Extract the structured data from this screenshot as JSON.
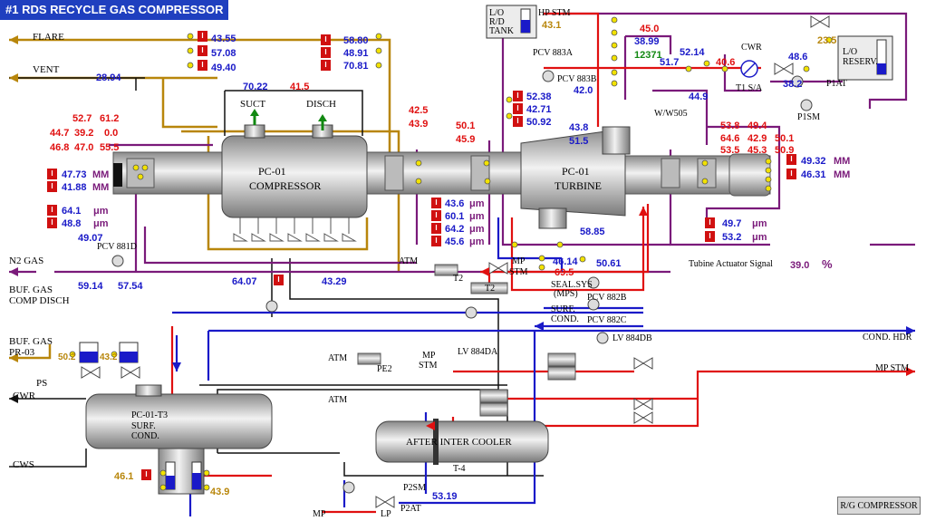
{
  "title": "#1 RDS RECYCLE GAS COMPRESSOR",
  "labels": {
    "flare": "FLARE",
    "vent": "VENT",
    "n2": "N2 GAS",
    "buf_comp1": "BUF. GAS",
    "buf_comp2": "COMP DISCH",
    "buf_pr1": "BUF. GAS",
    "buf_pr2": "PR-03",
    "ps": "PS",
    "cwr_left": "CWR",
    "cws_left": "CWS",
    "suct": "SUCT",
    "disch": "DISCH",
    "lo_tank1": "L/O",
    "lo_tank2": "R/D",
    "lo_tank3": "TANK",
    "hp_stm": "HP STM",
    "pcv883a": "PCV 883A",
    "pcv883b": "PCV 883B",
    "ww505": "W/W505",
    "cwr_top": "CWR",
    "t1sa": "T1 S/A",
    "lo_res1": "L/O",
    "lo_res2": "RESERV.",
    "p1at": "P1AT",
    "p1sm": "P1SM",
    "pcv881d": "PCV 881D",
    "atm1": "ATM",
    "t2a": "T2",
    "t2b": "T2",
    "mp_stm_a1": "MP",
    "mp_stm_a2": "STM",
    "seal1": "SEAL.SYS",
    "seal2": "(MPS)",
    "pcv882b": "PCV 882B",
    "surf1": "SURF.",
    "surf2": "COND.",
    "pcv882c": "PCV 882C",
    "lv884da": "LV 884DA",
    "lv884db": "LV 884DB",
    "cond_hdr": "COND. HDR",
    "mp_stm_r": "MP STM",
    "atm2": "ATM",
    "pe2": "PE2",
    "mp_stm_b1": "MP",
    "mp_stm_b2": "STM",
    "atm3": "ATM",
    "t4": "T-4",
    "p2sm": "P2SM",
    "p2at": "P2AT",
    "mp_bot": "MP",
    "lp_bot": "LP",
    "actuator": "Tubine Actuator Signal"
  },
  "equipment": {
    "compressor1": "PC-01",
    "compressor2": "COMPRESSOR",
    "turbine1": "PC-01",
    "turbine2": "TURBINE",
    "cond1": "PC-01-T3",
    "cond2": "SURF.",
    "cond3": "COND.",
    "cooler": "AFTER INTER COOLER"
  },
  "values": {
    "v43_55": "43.55",
    "v57_08": "57.08",
    "v49_40": "49.40",
    "v58_80": "58.80",
    "v48_91": "48.91",
    "v70_81": "70.81",
    "v28_94": "28.94",
    "v70_22": "70.22",
    "v41_5": "41.5",
    "v52_7": "52.7",
    "v61_2": "61.2",
    "v44_7": "44.7",
    "v39_2": "39.2",
    "v0_0": "0.0",
    "v46_8": "46.8",
    "v47_0": "47.0",
    "v55_5": "55.5",
    "v47_73": "47.73",
    "v41_88": "41.88",
    "mm": "MM",
    "v64_1": "64.1",
    "v48_8": "48.8",
    "um": "μm",
    "v42_5": "42.5",
    "v43_9": "43.9",
    "v50_1a": "50.1",
    "v45_9": "45.9",
    "v43_6": "43.6",
    "v60_1": "60.1",
    "v64_2": "64.2",
    "v45_6": "45.6",
    "v43_1": "43.1",
    "v45_0": "45.0",
    "v38_99": "38.99",
    "v12371": "12371",
    "v52_14": "52.14",
    "v51_7": "51.7",
    "v40_6": "40.6",
    "v23_5": "23.5",
    "v48_6": "48.6",
    "v38_2": "38.2",
    "v52_38": "52.38",
    "v42_71": "42.71",
    "v50_92": "50.92",
    "v42_0": "42.0",
    "v44_9": "44.9",
    "v43_8": "43.8",
    "v51_5": "51.5",
    "v53_8": "53.8",
    "v49_4": "49.4",
    "v64_6": "64.6",
    "v42_9": "42.9",
    "v50_1b": "50.1",
    "v53_5": "53.5",
    "v45_3": "45.3",
    "v50_9": "50.9",
    "v49_32": "49.32",
    "v46_31": "46.31",
    "v49_7": "49.7",
    "v53_2": "53.2",
    "v58_85": "58.85",
    "v46_14": "46.14",
    "v50_61": "50.61",
    "v69_5": "69.5",
    "v39_0": "39.0",
    "pct": "%",
    "v49_07": "49.07",
    "v59_14": "59.14",
    "v57_54": "57.54",
    "v64_07": "64.07",
    "v43_29": "43.29",
    "v50_2": "50.2",
    "v43_2": "43.2",
    "v46_1": "46.1",
    "v43_9b": "43.9",
    "v53_19": "53.19"
  },
  "button": "R/G COMPRESSOR",
  "colors": {
    "title_bg": "#1f3fbf",
    "pv_blue": "#1a1ac8",
    "alarm_red": "#e01010",
    "gold": "#b8860b",
    "purple": "#7a1a7a"
  }
}
